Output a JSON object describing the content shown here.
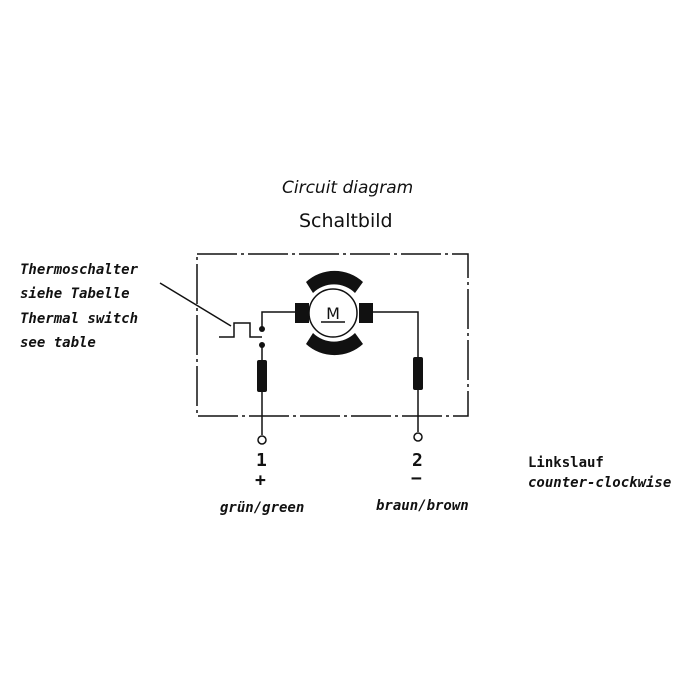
{
  "title": {
    "english": "Circuit diagram",
    "german": "Schaltbild"
  },
  "thermal_note": [
    "Thermoschalter",
    "siehe Tabelle",
    "Thermal switch",
    "see table"
  ],
  "motor_label": "M",
  "terminals": [
    {
      "number": "1",
      "polarity": "+",
      "wire": "grün/green"
    },
    {
      "number": "2",
      "polarity": "−",
      "wire": "braun/brown"
    }
  ],
  "rotation": {
    "german": "Linkslauf",
    "english": "counter-clockwise"
  }
}
